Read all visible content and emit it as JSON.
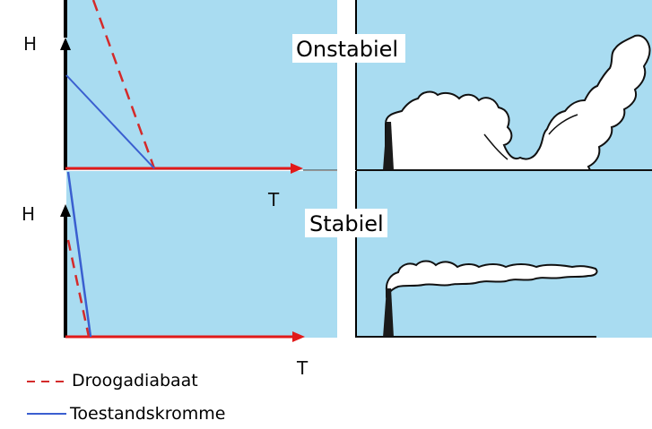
{
  "colors": {
    "sky": "#a9dcf1",
    "axis_red": "#e11a1a",
    "dry_adiabat": "#d42a2a",
    "state_curve": "#3a5fd0",
    "ground": "#111111",
    "smoke": "#ffffff",
    "chimney": "#1a1a1a"
  },
  "panels": {
    "top": {
      "y_axis_label": "H",
      "x_axis_label": "T",
      "scene_title": "Onstabiel"
    },
    "bottom": {
      "y_axis_label": "H",
      "x_axis_label": "T",
      "scene_title": "Stabiel"
    }
  },
  "legend": {
    "dry_adiabat": "Droogadiabaat",
    "state_curve": "Toestandskromme"
  },
  "icons": [
    "arrow-up-icon",
    "arrow-right-icon",
    "chimney-icon",
    "smoke-plume-icon"
  ]
}
